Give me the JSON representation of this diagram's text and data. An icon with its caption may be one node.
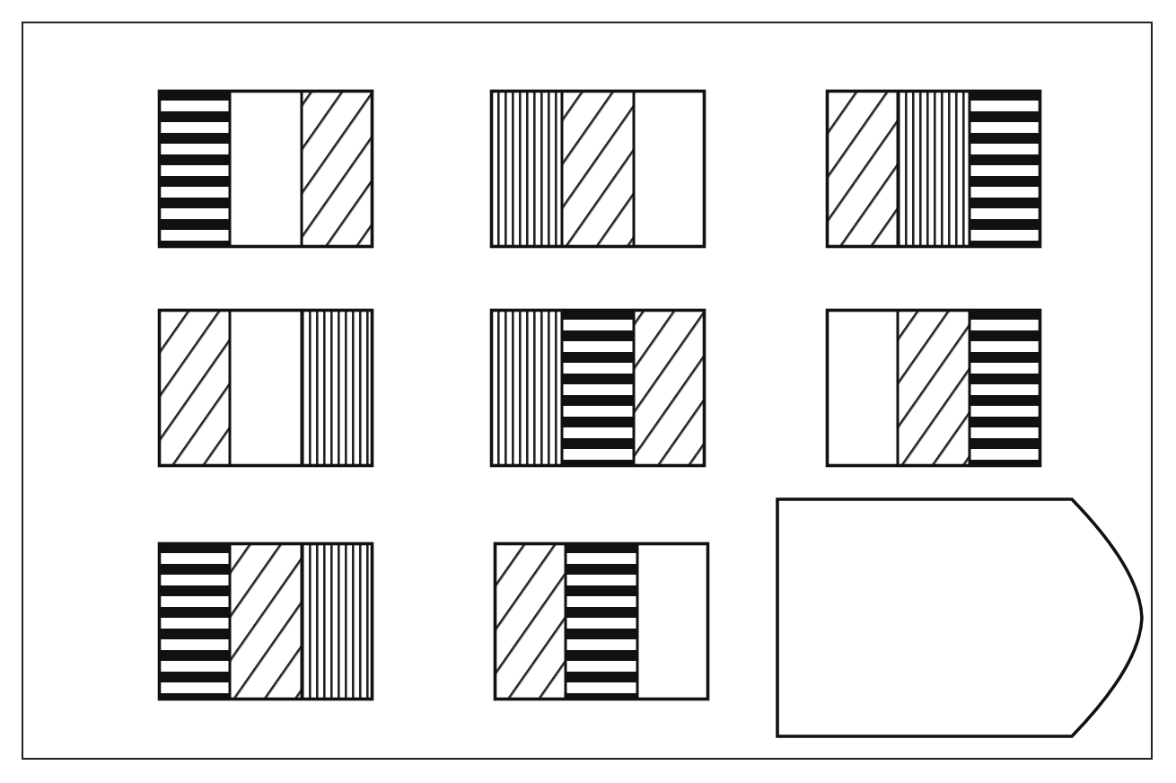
{
  "diagram": {
    "nodes": [
      {
        "text": [],
        "shape": "box"
      },
      {
        "text": [],
        "shape": "box"
      },
      {
        "text": [],
        "shape": "box"
      },
      {
        "text": [],
        "shape": "box"
      },
      {
        "text": [],
        "shape": "box"
      },
      {
        "text": [],
        "shape": "box"
      },
      {
        "text": [],
        "shape": "box"
      },
      {
        "text": [],
        "shape": "box"
      },
      {
        "text": [],
        "shape": "pentagon"
      }
    ]
  }
}
